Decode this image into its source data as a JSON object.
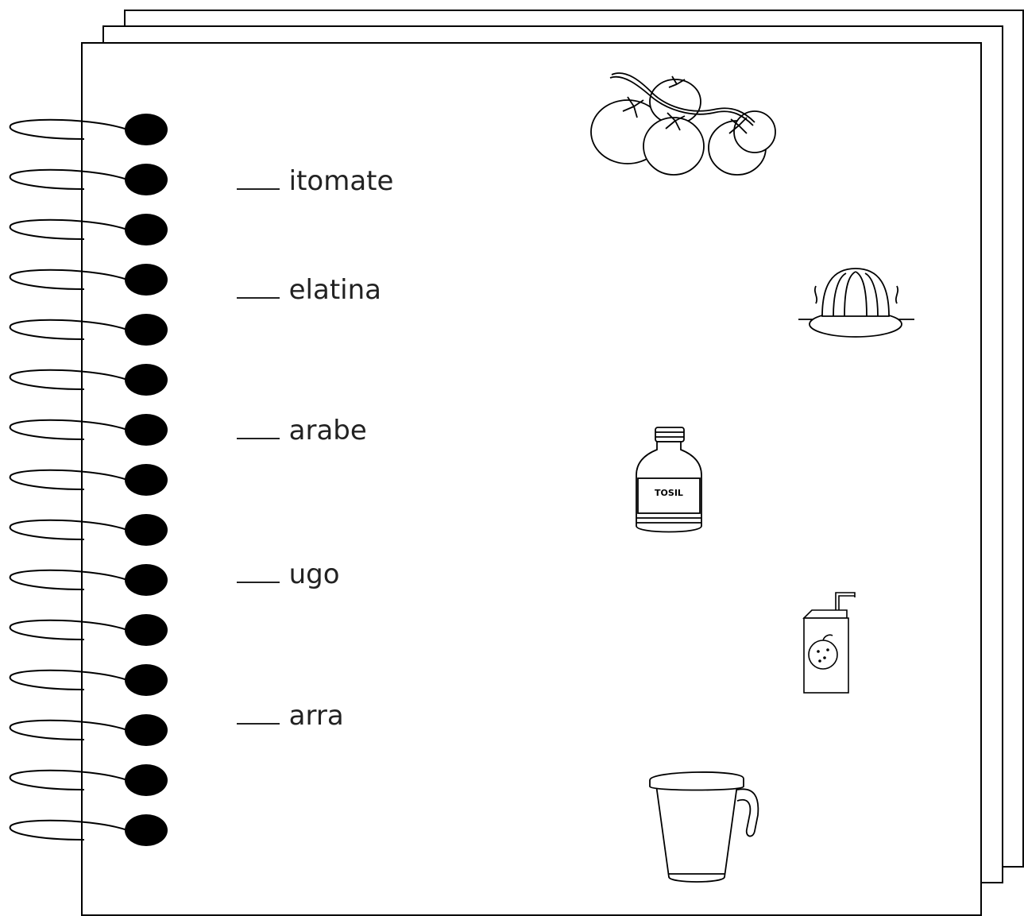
{
  "worksheet": {
    "words": [
      {
        "blank": "___",
        "text": "itomate"
      },
      {
        "blank": "___",
        "text": "elatina"
      },
      {
        "blank": "___",
        "text": "arabe"
      },
      {
        "blank": "___",
        "text": "ugo"
      },
      {
        "blank": "___",
        "text": "arra"
      }
    ],
    "pictures": [
      {
        "name": "tomatoes-icon"
      },
      {
        "name": "gelatin-icon"
      },
      {
        "name": "syrup-bottle-icon",
        "label": "TOSIL"
      },
      {
        "name": "juice-box-icon"
      },
      {
        "name": "pitcher-icon"
      }
    ]
  },
  "colors": {
    "ink": "#000000",
    "paper": "#ffffff"
  }
}
